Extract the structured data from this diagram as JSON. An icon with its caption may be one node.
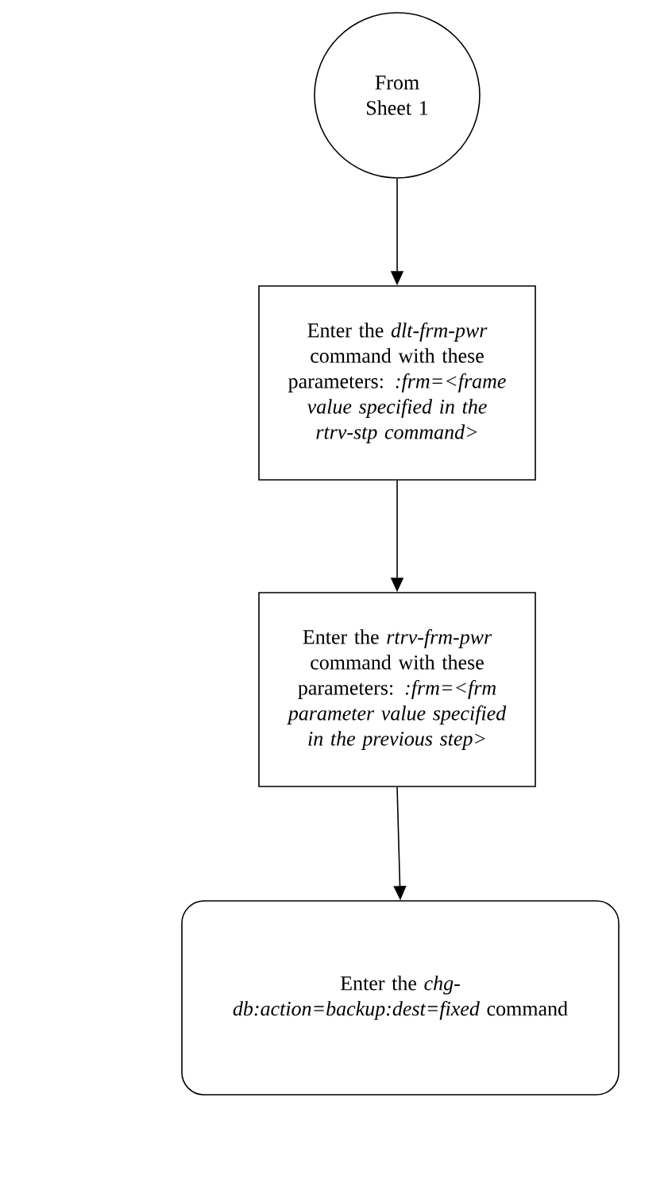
{
  "diagram": {
    "nodes": [
      {
        "text": [
          "From Sheet 1"
        ]
      },
      {
        "text": [
          "Enter the *dlt-frm-pwr* command with these parameters: *:frm=<frame value specified in the rtrv-stp command>*"
        ]
      },
      {
        "text": [
          "Enter the *rtrv-frm-pwr* command with these parameters: *:frm=<frm parameter value specified in the previous step>*"
        ]
      },
      {
        "text": [
          "Enter the *chg-db:action=backup:dest=fixed* command"
        ]
      }
    ],
    "edges": [
      {
        "from": 0,
        "to": 1,
        "arrow": "to"
      },
      {
        "from": 1,
        "to": 2,
        "arrow": "to"
      },
      {
        "from": 2,
        "to": 3,
        "arrow": "to"
      }
    ]
  }
}
